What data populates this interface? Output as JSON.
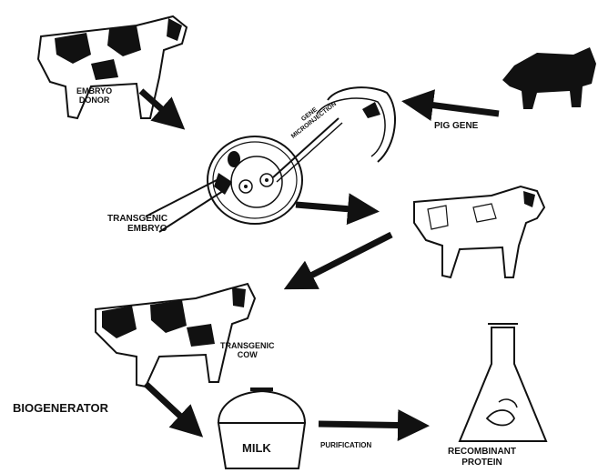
{
  "labels": {
    "embryo_donor_1": "EMBRYO",
    "embryo_donor_2": "DONOR",
    "gene_1": "GENE",
    "gene_2": "MICROINJECTION",
    "pig_gene": "PIG GENE",
    "transgenic_embryo_1": "TRANSGENIC",
    "transgenic_embryo_2": "EMBRYO",
    "transgenic_cow_1": "TRANSGENIC",
    "transgenic_cow_2": "COW",
    "biogenerator": "BIOGENERATOR",
    "milk": "MILK",
    "purification": "PURIFICATION",
    "recombinant_protein_1": "RECOMBINANT",
    "recombinant_protein_2": "PROTEIN"
  },
  "colors": {
    "ink": "#111111",
    "paper": "#ffffff"
  }
}
